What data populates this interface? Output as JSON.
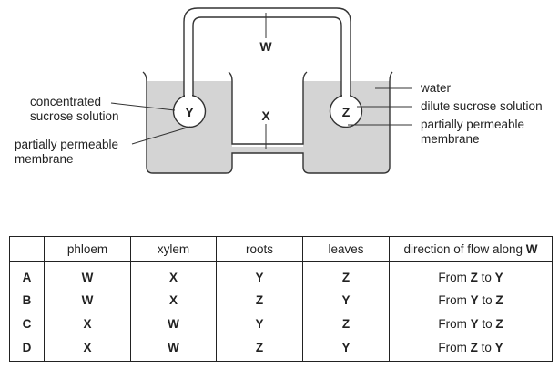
{
  "diagram": {
    "tube_label": "W",
    "middle_label": "X",
    "left_bulb_label": "Y",
    "right_bulb_label": "Z",
    "left_labels": {
      "solution": [
        "concentrated",
        "sucrose solution"
      ],
      "membrane": [
        "partially permeable",
        "membrane"
      ]
    },
    "right_labels": {
      "water": "water",
      "solution": "dilute sucrose solution",
      "membrane": [
        "partially permeable",
        "membrane"
      ]
    },
    "colors": {
      "liquid": "#d4d4d4",
      "outline": "#333333"
    }
  },
  "table": {
    "headers": [
      "",
      "phloem",
      "xylem",
      "roots",
      "leaves"
    ],
    "direction_header": {
      "prefix": "direction of flow along ",
      "bold": "W"
    },
    "rows": [
      {
        "key": "A",
        "phloem": "W",
        "xylem": "X",
        "roots": "Y",
        "leaves": "Z",
        "dir_from": "Z",
        "dir_to": "Y"
      },
      {
        "key": "B",
        "phloem": "W",
        "xylem": "X",
        "roots": "Z",
        "leaves": "Y",
        "dir_from": "Y",
        "dir_to": "Z"
      },
      {
        "key": "C",
        "phloem": "X",
        "xylem": "W",
        "roots": "Y",
        "leaves": "Z",
        "dir_from": "Y",
        "dir_to": "Z"
      },
      {
        "key": "D",
        "phloem": "X",
        "xylem": "W",
        "roots": "Z",
        "leaves": "Y",
        "dir_from": "Z",
        "dir_to": "Y"
      }
    ],
    "from_word": "From",
    "to_word": "to"
  }
}
